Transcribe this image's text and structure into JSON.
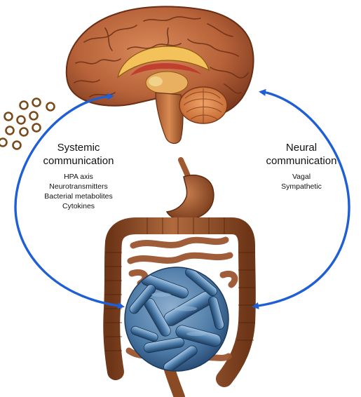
{
  "systemic": {
    "title_line1": "Systemic",
    "title_line2": "communication",
    "items": [
      "HPA axis",
      "Neurotransmitters",
      "Bacterial metabolites",
      "Cytokines"
    ]
  },
  "neural": {
    "title_line1": "Neural",
    "title_line2": "communication",
    "items": [
      "Vagal",
      "Sympathetic"
    ]
  },
  "colors": {
    "arrow": "#1f5fd6",
    "brain": "#b8633a",
    "intestine": "#8a4a24",
    "bacteria": "#3d6d9a",
    "circles": "#7a4a1a"
  },
  "icons": [
    "brain-illustration",
    "gut-illustration",
    "bacteria-illustration",
    "particle-circles"
  ]
}
